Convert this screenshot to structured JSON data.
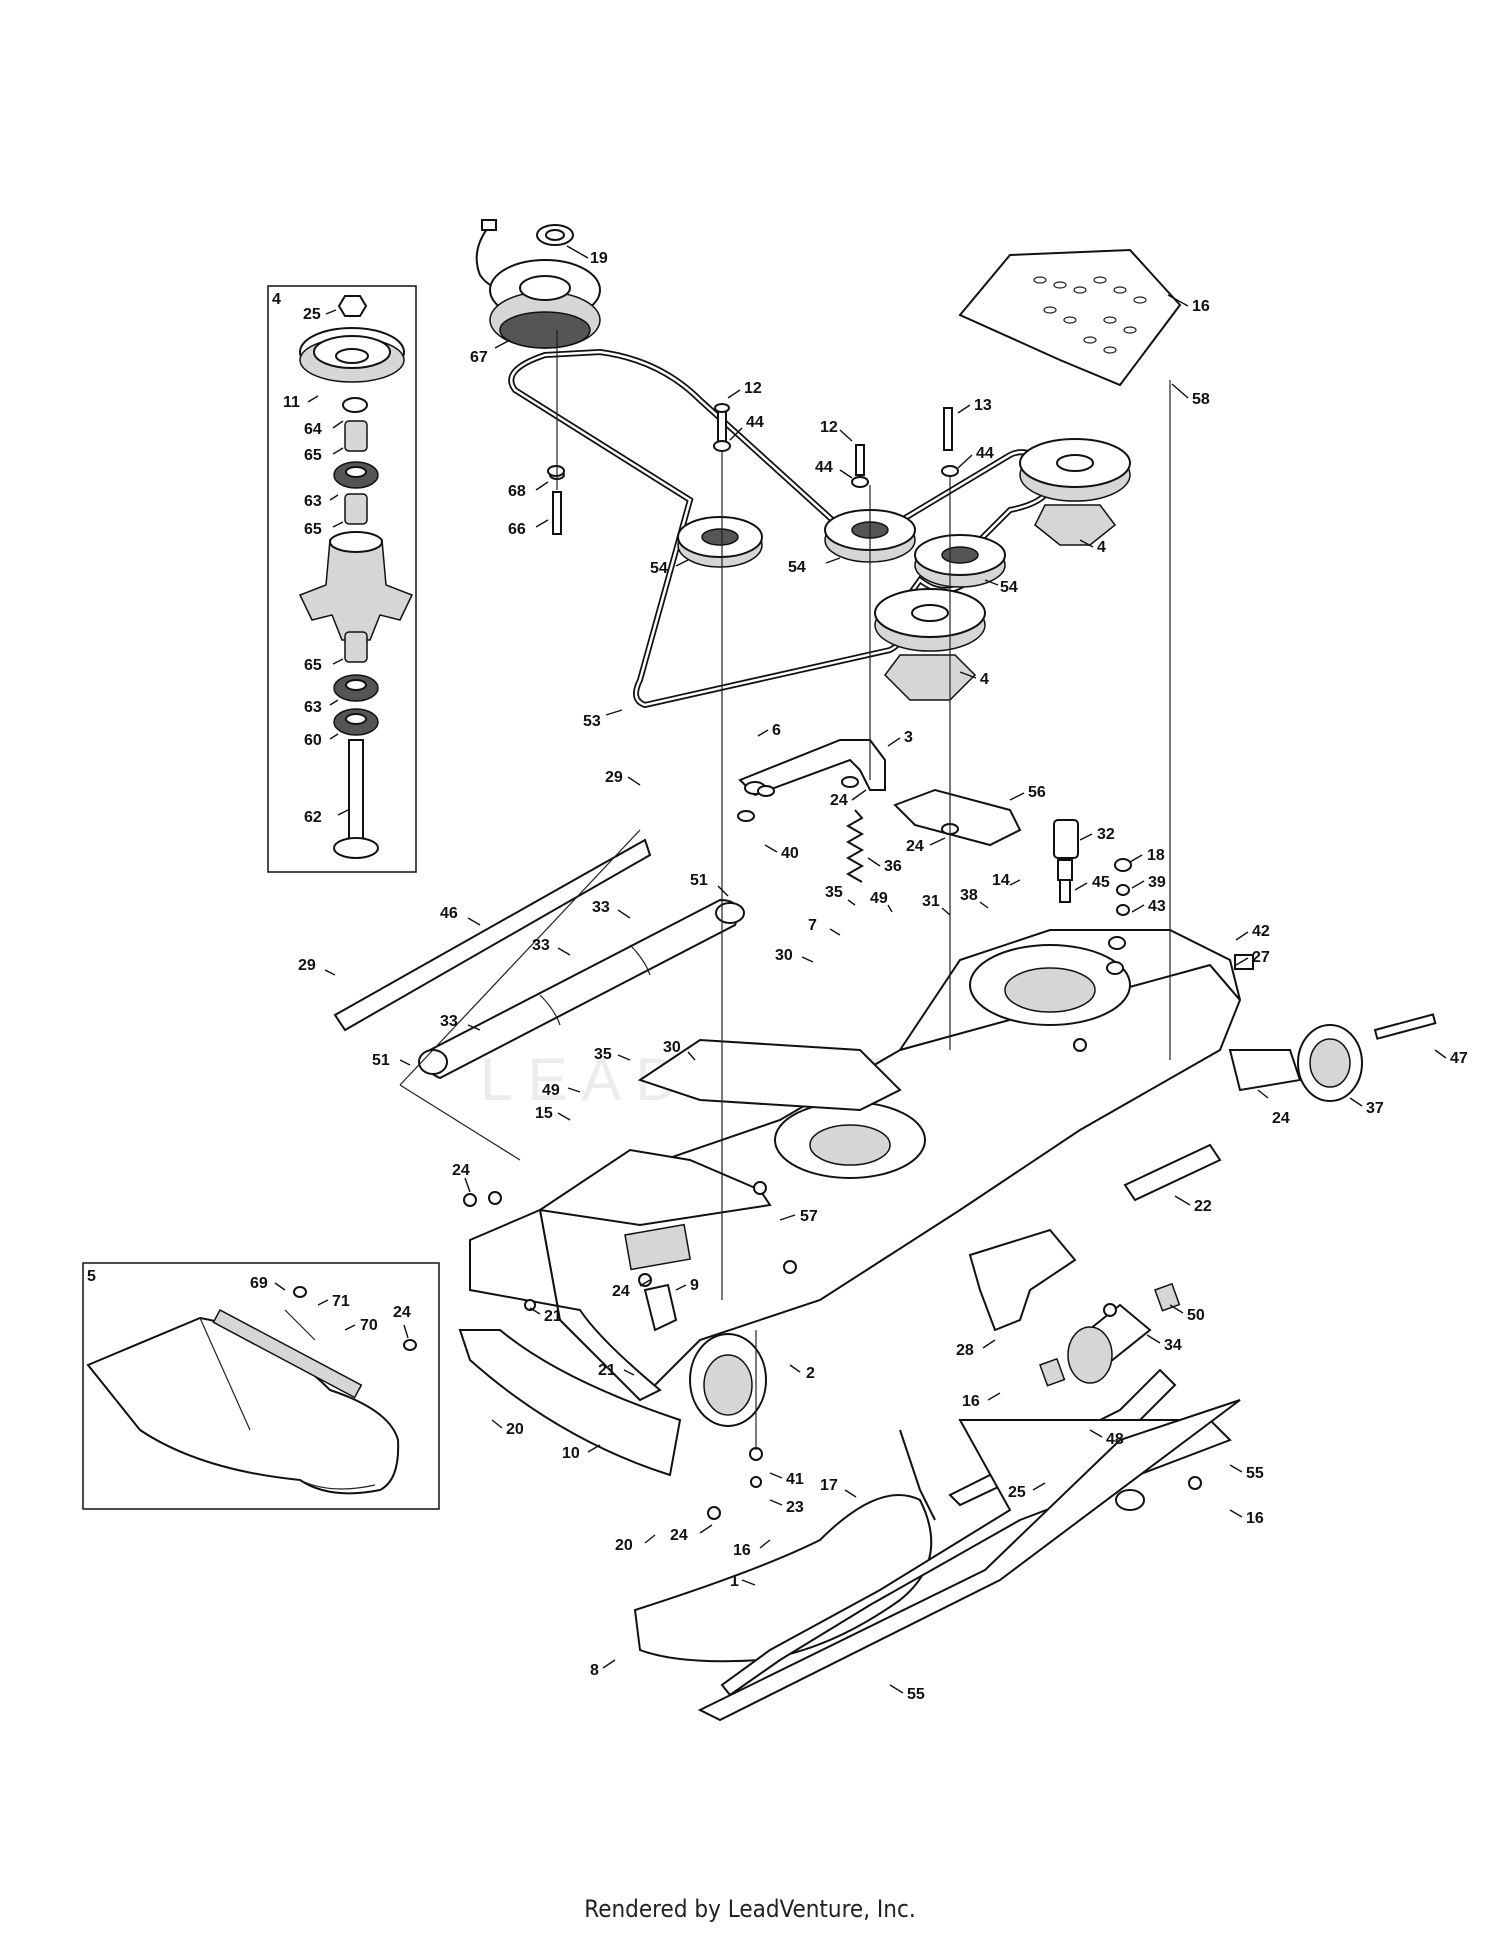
{
  "watermark": "LEADVENTURE",
  "footer": {
    "text": "Rendered by LeadVenture, Inc."
  },
  "inset_boxes": [
    {
      "id": "4",
      "label": "4"
    },
    {
      "id": "5",
      "label": "5"
    }
  ],
  "callouts": [
    {
      "n": "19"
    },
    {
      "n": "67"
    },
    {
      "n": "16"
    },
    {
      "n": "58"
    },
    {
      "n": "25"
    },
    {
      "n": "11"
    },
    {
      "n": "64"
    },
    {
      "n": "65"
    },
    {
      "n": "63"
    },
    {
      "n": "65"
    },
    {
      "n": "65"
    },
    {
      "n": "63"
    },
    {
      "n": "60"
    },
    {
      "n": "62"
    },
    {
      "n": "12"
    },
    {
      "n": "44"
    },
    {
      "n": "12"
    },
    {
      "n": "44"
    },
    {
      "n": "13"
    },
    {
      "n": "44"
    },
    {
      "n": "68"
    },
    {
      "n": "66"
    },
    {
      "n": "54"
    },
    {
      "n": "54"
    },
    {
      "n": "54"
    },
    {
      "n": "4"
    },
    {
      "n": "4"
    },
    {
      "n": "53"
    },
    {
      "n": "6"
    },
    {
      "n": "3"
    },
    {
      "n": "24"
    },
    {
      "n": "56"
    },
    {
      "n": "24"
    },
    {
      "n": "29"
    },
    {
      "n": "40"
    },
    {
      "n": "36"
    },
    {
      "n": "32"
    },
    {
      "n": "18"
    },
    {
      "n": "39"
    },
    {
      "n": "43"
    },
    {
      "n": "45"
    },
    {
      "n": "14"
    },
    {
      "n": "38"
    },
    {
      "n": "31"
    },
    {
      "n": "49"
    },
    {
      "n": "35"
    },
    {
      "n": "7"
    },
    {
      "n": "30"
    },
    {
      "n": "51"
    },
    {
      "n": "33"
    },
    {
      "n": "33"
    },
    {
      "n": "33"
    },
    {
      "n": "46"
    },
    {
      "n": "29"
    },
    {
      "n": "42"
    },
    {
      "n": "27"
    },
    {
      "n": "47"
    },
    {
      "n": "37"
    },
    {
      "n": "24"
    },
    {
      "n": "35"
    },
    {
      "n": "30"
    },
    {
      "n": "51"
    },
    {
      "n": "49"
    },
    {
      "n": "15"
    },
    {
      "n": "24"
    },
    {
      "n": "57"
    },
    {
      "n": "22"
    },
    {
      "n": "69"
    },
    {
      "n": "71"
    },
    {
      "n": "70"
    },
    {
      "n": "24"
    },
    {
      "n": "24"
    },
    {
      "n": "9"
    },
    {
      "n": "21"
    },
    {
      "n": "21"
    },
    {
      "n": "2"
    },
    {
      "n": "50"
    },
    {
      "n": "34"
    },
    {
      "n": "28"
    },
    {
      "n": "16"
    },
    {
      "n": "48"
    },
    {
      "n": "20"
    },
    {
      "n": "10"
    },
    {
      "n": "20"
    },
    {
      "n": "41"
    },
    {
      "n": "23"
    },
    {
      "n": "17"
    },
    {
      "n": "24"
    },
    {
      "n": "16"
    },
    {
      "n": "25"
    },
    {
      "n": "55"
    },
    {
      "n": "16"
    },
    {
      "n": "1"
    },
    {
      "n": "8"
    },
    {
      "n": "55"
    }
  ]
}
